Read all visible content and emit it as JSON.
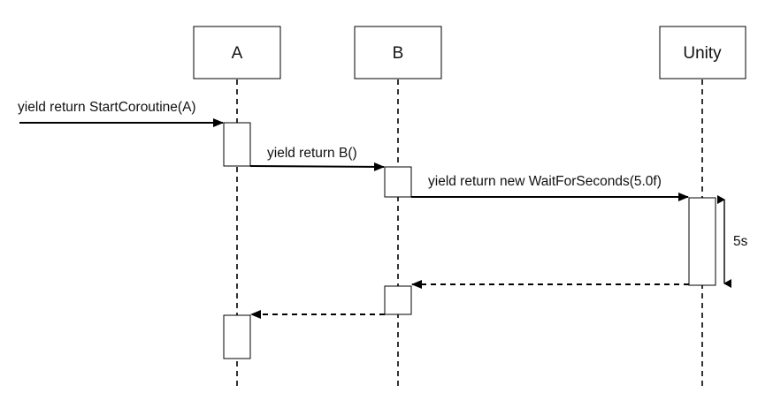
{
  "diagram": {
    "type": "sequence",
    "colors": {
      "line": "#000000",
      "box_fill": "#ffffff",
      "text": "#111111"
    },
    "participants": [
      {
        "id": "A",
        "label": "A"
      },
      {
        "id": "B",
        "label": "B"
      },
      {
        "id": "Unity",
        "label": "Unity"
      }
    ],
    "messages": [
      {
        "id": "call-a",
        "label": "yield return StartCoroutine(A)",
        "from": "external",
        "to": "A",
        "style": "solid"
      },
      {
        "id": "call-b",
        "label": "yield return B()",
        "from": "A",
        "to": "B",
        "style": "solid"
      },
      {
        "id": "wait",
        "label": "yield return new WaitForSeconds(5.0f)",
        "from": "B",
        "to": "Unity",
        "style": "solid"
      },
      {
        "id": "return-b",
        "label": "",
        "from": "Unity",
        "to": "B",
        "style": "dashed"
      },
      {
        "id": "return-a",
        "label": "",
        "from": "B",
        "to": "A",
        "style": "dashed"
      }
    ],
    "duration_annotation": {
      "label": "5s",
      "on": "Unity"
    }
  }
}
